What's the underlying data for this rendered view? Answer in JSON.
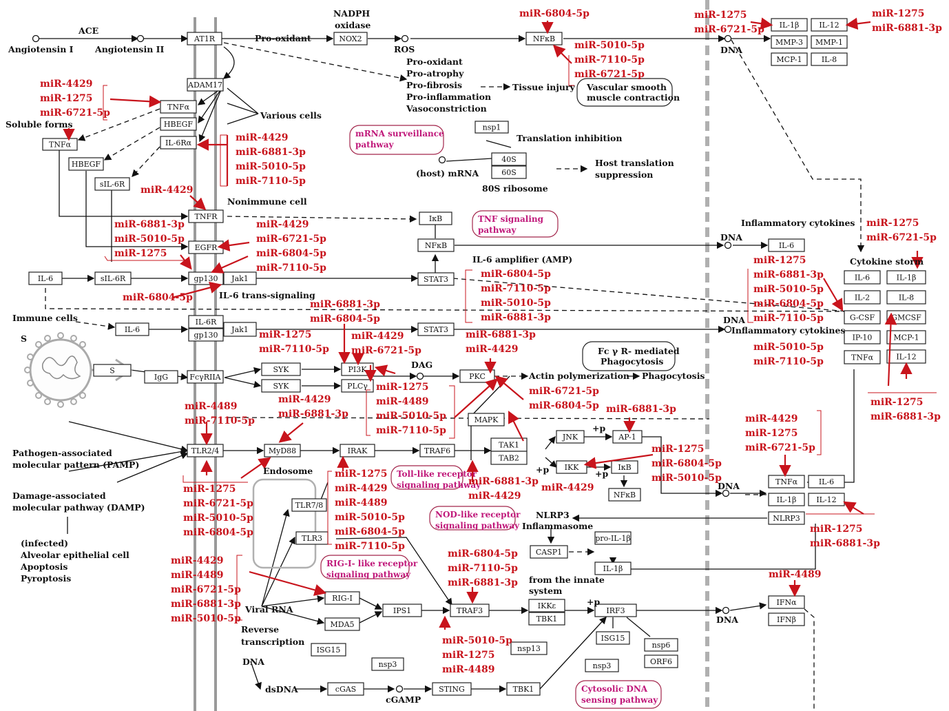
{
  "colors": {
    "accent_red": "#c8141c",
    "pathway_pink": "#c0187a",
    "membrane_gray": "#9a9a9a",
    "node_stroke": "#222222"
  },
  "nodes": {
    "at1r": "AT1R",
    "nox2": "NOX2",
    "nfkb_top": "NFκB",
    "adam17": "ADAM17",
    "tnfa_mem": "TNFα",
    "hbegf_mem": "HBEGF",
    "il6ra_mem": "IL-6Rα",
    "tnfa_sol": "TNFα",
    "hbegf_sol": "HBEGF",
    "sil6r_sol": "sIL-6R",
    "tnfr": "TNFR",
    "egfr": "EGFR",
    "il6_left": "IL-6",
    "sil6r_mid": "sIL-6R",
    "gp130_a": "gp130",
    "jak1_a": "Jak1",
    "il6_imm": "IL-6",
    "il6r": "IL-6R",
    "gp130_b": "gp130",
    "jak1_b": "Jak1",
    "ikb_top": "IκB",
    "nfkb_mid": "NFκB",
    "stat3_a": "STAT3",
    "stat3_b": "STAT3",
    "s": "S",
    "igg": "IgG",
    "fcgriia": "FcγRIIA",
    "syk_a": "SYK",
    "syk_b": "SYK",
    "pi3k": "PI3K",
    "plcg": "PLCγ",
    "pkc": "PKC",
    "mapk": "MAPK",
    "tlr24": "TLR2/4",
    "myd88": "MyD88",
    "irak": "IRAK",
    "traf6": "TRAF6",
    "tak1": "TAK1",
    "tab2": "TAB2",
    "jnk": "JNK",
    "ap1": "AP-1",
    "ikk": "IKK",
    "ikb_low": "IκB",
    "nfkb_low": "NFκB",
    "tlr78": "TLR7/8",
    "tlr3": "TLR3",
    "rigi": "RIG-I",
    "mda5": "MDA5",
    "isg15_a": "ISG15",
    "nsp3_a": "nsp3",
    "ips1": "IPS1",
    "traf3": "TRAF3",
    "ikke": "IKKε",
    "tbk1_a": "TBK1",
    "nsp13": "nsp13",
    "irf3": "IRF3",
    "isg15_b": "ISG15",
    "nsp3_b": "nsp3",
    "nsp6": "nsp6",
    "orf6": "ORF6",
    "cgas": "cGAS",
    "sting": "STING",
    "tbk1_b": "TBK1",
    "casp1": "CASP1",
    "proil1b": "pro-IL-1β",
    "il1b_low": "IL-1β",
    "nlrp3": "NLRP3",
    "nsp1": "nsp1",
    "r40s": "40S",
    "r60s": "60S",
    "out_il1b": "IL-1β",
    "out_il12": "IL-12",
    "out_mmp3": "MMP-3",
    "out_mmp1": "MMP-1",
    "out_mcp1": "MCP-1",
    "out_il8": "IL-8",
    "out_il6_mid": "IL-6",
    "cs_il6": "IL-6",
    "cs_il1b": "IL-1β",
    "cs_il2": "IL-2",
    "cs_il8": "IL-8",
    "cs_gcsf": "G-CSF",
    "cs_gmcsf": "GMCSF",
    "cs_ip10": "IP-10",
    "cs_mcp1": "MCP-1",
    "cs_tnfa": "TNFα",
    "cs_il12": "IL-12",
    "low_tnfa": "TNFα",
    "low_il6": "IL-6",
    "low_il1b": "IL-1β",
    "low_il12": "IL-12",
    "ifna": "IFNα",
    "ifnb": "IFNβ"
  },
  "labels": {
    "ace": "ACE",
    "angiotensin1": "Angiotensin I",
    "angiotensin2": "Angiotensin II",
    "nadph": "NADPH",
    "oxidase": "oxidase",
    "pro_oxidant_arrow": "Pro-oxidant",
    "ros": "ROS",
    "effects": [
      "Pro-oxidant",
      "Pro-atrophy",
      "Pro-fibrosis",
      "Pro-inflammation",
      "Vasoconstriction"
    ],
    "tissue_injury": "Tissue injury",
    "vsmc": [
      "Vascular smooth",
      "muscle contraction"
    ],
    "various_cells": "Various cells",
    "soluble_forms": "Soluble forms",
    "nonimmune_cell": "Nonimmune cell",
    "il6_trans": "IL-6 trans-signaling",
    "immune_cells": "Immune cells",
    "il6_amp": "IL-6 amplifier (AMP)",
    "translation_inhibition": "Translation inhibition",
    "host_mrna": "(host) mRNA",
    "ribosome_80s": "80S ribosome",
    "host_translation": [
      "Host translation",
      "suppression"
    ],
    "dag": "DAG",
    "actin": "Actin polymerization",
    "phagocytosis": "Phagocytosis",
    "fcgr_mediated": [
      "Fc γ R- mediated",
      "Phagocytosis"
    ],
    "pamp": [
      "Pathogen-associated",
      "molecular pattern (PAMP)"
    ],
    "damp": [
      "Damage-associated",
      "molecular pathway (DAMP)"
    ],
    "infected": [
      "(infected)",
      "Alveolar epithelial cell",
      "Apoptosis",
      "Pyroptosis"
    ],
    "endosome": "Endosome",
    "viral_rna": "Viral RNA",
    "reverse_transcription": [
      "Reverse",
      "transcription"
    ],
    "dna": "DNA",
    "dsdna": "dsDNA",
    "cgamp": "cGAMP",
    "nlrp3_inflammasome": [
      "NLRP3",
      "Inflammasome"
    ],
    "from_innate": [
      "from the innate",
      "system"
    ],
    "inflammatory_cytokines": "Inflammatory cytokines",
    "cytokine_storm": "Cytokine storm",
    "plus_p": "+p",
    "dna_label": "DNA",
    "s_label": "S"
  },
  "pathways": {
    "mrna_surveillance": [
      "mRNA surveillance",
      "pathway"
    ],
    "tnf_signaling": [
      "TNF signaling",
      "pathway"
    ],
    "toll_like": [
      "Toll-like receptor",
      "signaling pathway"
    ],
    "nod_like": [
      "NOD-like receptor",
      "signaling pathway"
    ],
    "rig_i_like": [
      "RIG-I- like receptor",
      "signaling pathway"
    ],
    "cytosolic_dna": [
      "Cytosolic DNA",
      "sensing pathway"
    ]
  },
  "mirna_groups": {
    "g_nfkb_top": [
      "miR-6804-5p"
    ],
    "g_nfkb_right": [
      "miR-5010-5p",
      "miR-7110-5p",
      "miR-6721-5p"
    ],
    "g_top_left_out": [
      "miR-1275",
      "miR-6721-5p"
    ],
    "g_top_right_out": [
      "miR-1275",
      "miR-6881-3p"
    ],
    "g_tnfa": [
      "miR-4429",
      "miR-1275",
      "miR-6721-5p"
    ],
    "g_il6ra": [
      "miR-4429",
      "miR-6881-3p",
      "miR-5010-5p",
      "miR-7110-5p"
    ],
    "g_tnfr": [
      "miR-4429"
    ],
    "g_egfr_left": [
      "miR-6881-3p",
      "miR-5010-5p",
      "miR-1275"
    ],
    "g_egfr_right": [
      "miR-4429",
      "miR-6721-5p",
      "miR-6804-5p",
      "miR-7110-5p"
    ],
    "g_gp130": [
      "miR-6804-5p"
    ],
    "g_stat3_amp": [
      "miR-6804-5p",
      "miR-7110-5p",
      "miR-5010-5p",
      "miR-6881-3p"
    ],
    "g_pi3k_top": [
      "miR-6881-3p",
      "miR-6804-5p"
    ],
    "g_syk": [
      "miR-1275",
      "miR-7110-5p"
    ],
    "g_pi3k_right": [
      "miR-4429",
      "miR-6721-5p"
    ],
    "g_pkc_top": [
      "miR-6881-3p",
      "miR-4429"
    ],
    "g_plcg": [
      "miR-1275",
      "miR-4489",
      "miR-5010-5p",
      "miR-7110-5p"
    ],
    "g_tak1_top": [
      "miR-6721-5p",
      "miR-6804-5p"
    ],
    "g_ap1": [
      "miR-6881-3p"
    ],
    "g_tlr_top": [
      "miR-4489",
      "miR-7110-5p"
    ],
    "g_myd88": [
      "miR-4429",
      "miR-6881-3p"
    ],
    "g_tlr_bottom": [
      "miR-1275",
      "miR-6721-5p",
      "miR-5010-5p",
      "miR-6804-5p"
    ],
    "g_irak": [
      "miR-1275",
      "miR-4429",
      "miR-4489",
      "miR-5010-5p",
      "miR-6804-5p",
      "miR-7110-5p"
    ],
    "g_tak1_bottom": [
      "miR-6881-3p",
      "miR-4429"
    ],
    "g_ikk_right": [
      "miR-4429"
    ],
    "g_ikk": [
      "miR-1275",
      "miR-6804-5p",
      "miR-5010-5p"
    ],
    "g_rigi": [
      "miR-4429",
      "miR-4489",
      "miR-6721-5p",
      "miR-6881-3p",
      "miR-5010-5p"
    ],
    "g_traf3_top": [
      "miR-6804-5p",
      "miR-7110-5p",
      "miR-6881-3p"
    ],
    "g_traf3_bottom": [
      "miR-5010-5p",
      "miR-1275",
      "miR-4489"
    ],
    "g_storm_top": [
      "miR-1275",
      "miR-6721-5p"
    ],
    "g_storm_left": [
      "miR-1275",
      "miR-6881-3p",
      "miR-5010-5p",
      "miR-6804-5p",
      "miR-7110-5p"
    ],
    "g_storm_left2": [
      "miR-5010-5p",
      "miR-7110-5p"
    ],
    "g_storm_bottom": [
      "miR-1275",
      "miR-6881-3p"
    ],
    "g_low_cyto": [
      "miR-4429",
      "miR-1275",
      "miR-6721-5p"
    ],
    "g_low_il12": [
      "miR-1275",
      "miR-6881-3p"
    ],
    "g_ifn": [
      "miR-4489"
    ]
  }
}
